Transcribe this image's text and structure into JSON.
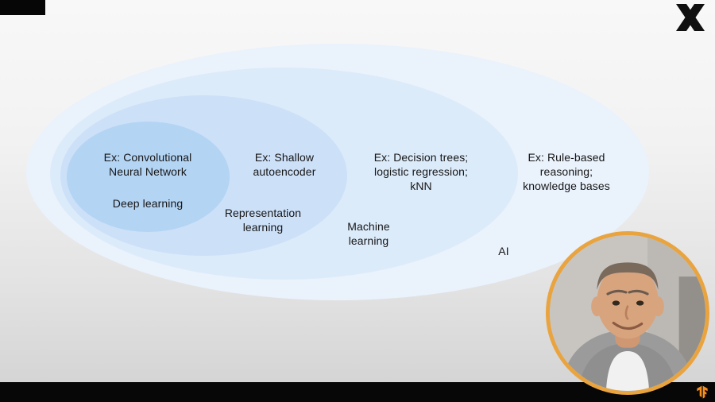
{
  "colors": {
    "ai_ellipse": "#eaf2fc",
    "ml_ellipse": "#dcebfa",
    "rep_ellipse": "#cce0f8",
    "deep_ellipse": "#b4d4f4",
    "webcam_border": "#e9a440",
    "accent_orange": "#f78e1e"
  },
  "diagram": {
    "deep": {
      "example": "Ex: Convolutional\nNeural Network",
      "label": "Deep learning"
    },
    "rep": {
      "example": "Ex: Shallow\nautoencoder",
      "label": "Representation\nlearning"
    },
    "ml": {
      "example": "Ex: Decision trees;\nlogistic regression;\nkNN",
      "label": "Machine\nlearning"
    },
    "ai": {
      "example": "Ex: Rule-based\nreasoning;\nknowledge bases",
      "label": "AI"
    }
  },
  "icons": {
    "channel_logo": "x-logo",
    "footer_logo": "tensorflow-logo"
  }
}
